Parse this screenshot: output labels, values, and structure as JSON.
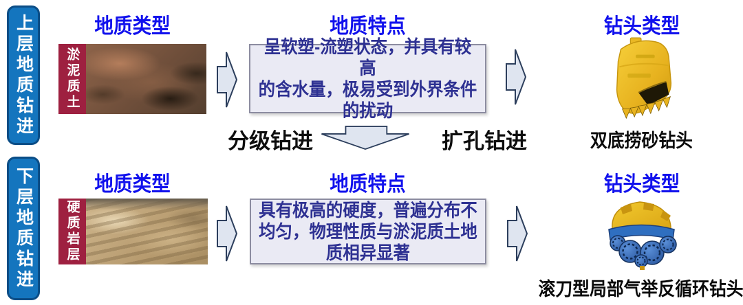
{
  "headers": {
    "col_geo_type": "地质类型",
    "col_geo_feature": "地质特点",
    "col_bit_type": "钻头类型"
  },
  "sections": [
    {
      "side_label": "上层地质钻进",
      "geo_label": "淤泥质土",
      "feature_text": "呈软塑-流塑状态，并具有较高\n的含水量，极易受到外界条件\n的扰动",
      "bit_caption": "双底捞砂钻头"
    },
    {
      "side_label": "下层地质钻进",
      "geo_label": "硬质岩层",
      "feature_text": "具有极高的硬度，普遍分布不\n均匀，物理性质与淤泥质土地\n质相异显著",
      "bit_caption": "滚刀型局部气举反循环钻头"
    }
  ],
  "transition": {
    "left_label": "分级钻进",
    "right_label": "扩孔钻进"
  },
  "colors": {
    "side_bar": "#1475be",
    "side_bar_border": "#0b4d86",
    "header_text": "#1111ed",
    "box_bg": "#eaeaf4",
    "box_border": "#8c8ca0",
    "box_text": "#2e3192",
    "geo_label_bg": "#9e2040",
    "arrow_fill": "#dfe5f0",
    "arrow_stroke": "#2c3e5c",
    "caption_text": "#0a0a0a"
  }
}
